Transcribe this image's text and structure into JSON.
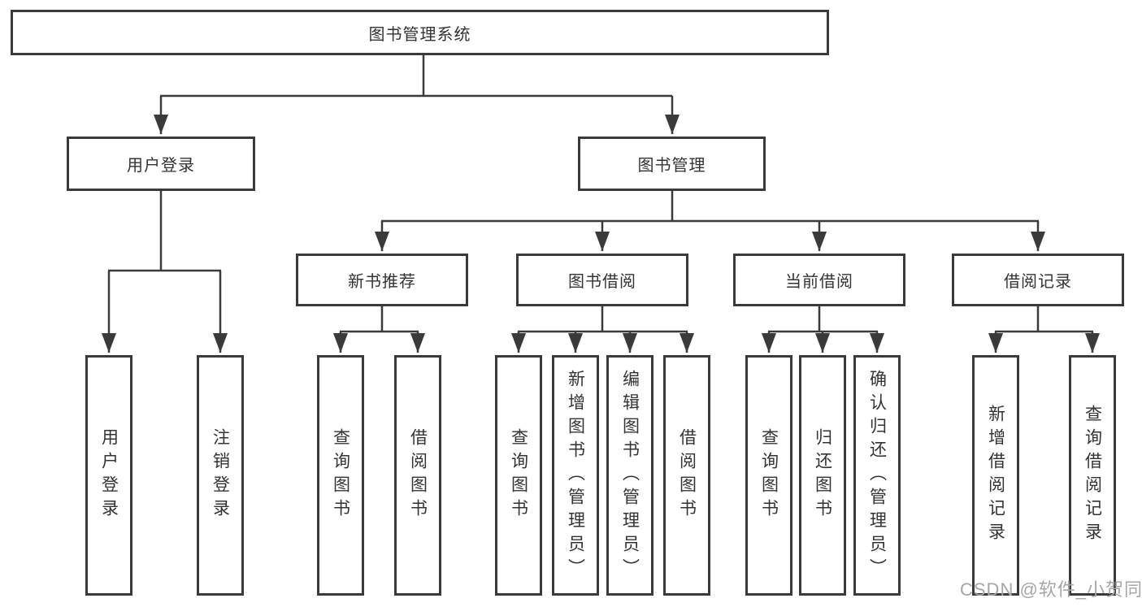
{
  "diagram": {
    "root": {
      "label": "图书管理系统",
      "children": [
        {
          "label": "用户登录",
          "children": [
            {
              "label": "用户登录"
            },
            {
              "label": "注销登录"
            }
          ]
        },
        {
          "label": "图书管理",
          "children": [
            {
              "label": "新书推荐",
              "children": [
                {
                  "label": "查询图书"
                },
                {
                  "label": "借阅图书"
                }
              ]
            },
            {
              "label": "图书借阅",
              "children": [
                {
                  "label": "查询图书"
                },
                {
                  "label": "新增图书（管理员）"
                },
                {
                  "label": "编辑图书（管理员）"
                },
                {
                  "label": "借阅图书"
                }
              ]
            },
            {
              "label": "当前借阅",
              "children": [
                {
                  "label": "查询图书"
                },
                {
                  "label": "归还图书"
                },
                {
                  "label": "确认归还（管理员）"
                }
              ]
            },
            {
              "label": "借阅记录",
              "children": [
                {
                  "label": "新增借阅记录"
                },
                {
                  "label": "查询借阅记录"
                }
              ]
            }
          ]
        }
      ]
    },
    "colors": {
      "line": "#3a3a3a",
      "text": "#333333",
      "background": "#ffffff",
      "watermark": "#a6a6a6"
    }
  },
  "watermark": {
    "text": "CSDN @软件_小贺同学"
  }
}
